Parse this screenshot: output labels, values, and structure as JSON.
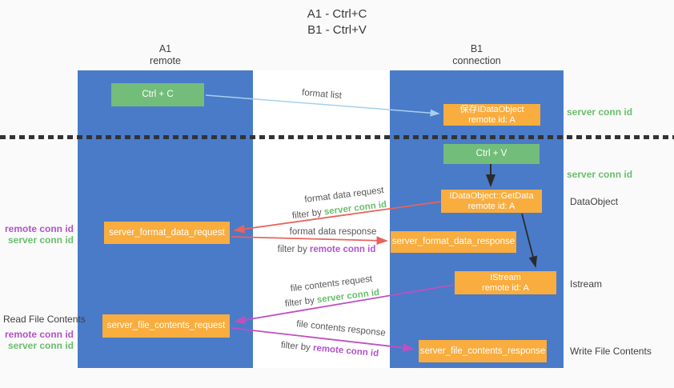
{
  "title": {
    "line1": "A1 - Ctrl+C",
    "line2": "B1 - Ctrl+V"
  },
  "lifelines": {
    "left": {
      "name": "A1",
      "role": "remote"
    },
    "right": {
      "name": "B1",
      "role": "connection"
    }
  },
  "nodes": {
    "ctrl_c": {
      "label": "Ctrl + C"
    },
    "save_dataobject": {
      "line1": "保存IDataObject",
      "line2": "remote id: A"
    },
    "ctrl_v": {
      "label": "Ctrl + V"
    },
    "getdata": {
      "line1": "IDataObject::GetData",
      "line2": "remote id: A"
    },
    "format_request": {
      "label": "server_format_data_request"
    },
    "format_response": {
      "label": "server_format_data_response"
    },
    "istream": {
      "line1": "IStream",
      "line2": "remote id: A"
    },
    "file_request": {
      "label": "server_file_contents_request"
    },
    "file_response": {
      "label": "server_file_contents_response"
    }
  },
  "labels": {
    "format_list": "format list",
    "format_data_request": "format data request",
    "format_data_response": "format data response",
    "file_contents_request": "file contents request",
    "file_contents_response": "file contents response",
    "filter_by": "filter by",
    "server_conn_id": "server conn id",
    "remote_conn_id": "remote conn id"
  },
  "annotations": {
    "right_top_server_conn_id": "server conn id",
    "right_mid_server_conn_id": "server conn id",
    "dataobject": "DataObject",
    "istream": "Istream",
    "write_file_contents": "Write File Contents",
    "read_file_contents": "Read File Contents",
    "left_format_remote_conn_id": "remote conn id",
    "left_format_server_conn_id": "server conn id",
    "left_file_remote_conn_id": "remote conn id",
    "left_file_server_conn_id": "server conn id"
  },
  "colors": {
    "lifeline_blue": "#4a7bc8",
    "box_green": "#72bd79",
    "box_orange": "#f9ad3e",
    "conn_id_green": "#6abe6c",
    "conn_id_purple": "#b153c9",
    "arrow_red": "#e8635c",
    "arrow_magenta": "#c04fc0",
    "arrow_light_blue": "#a6cfee",
    "arrow_black": "#2b2b2b",
    "text_dark": "#3f3f3f"
  }
}
